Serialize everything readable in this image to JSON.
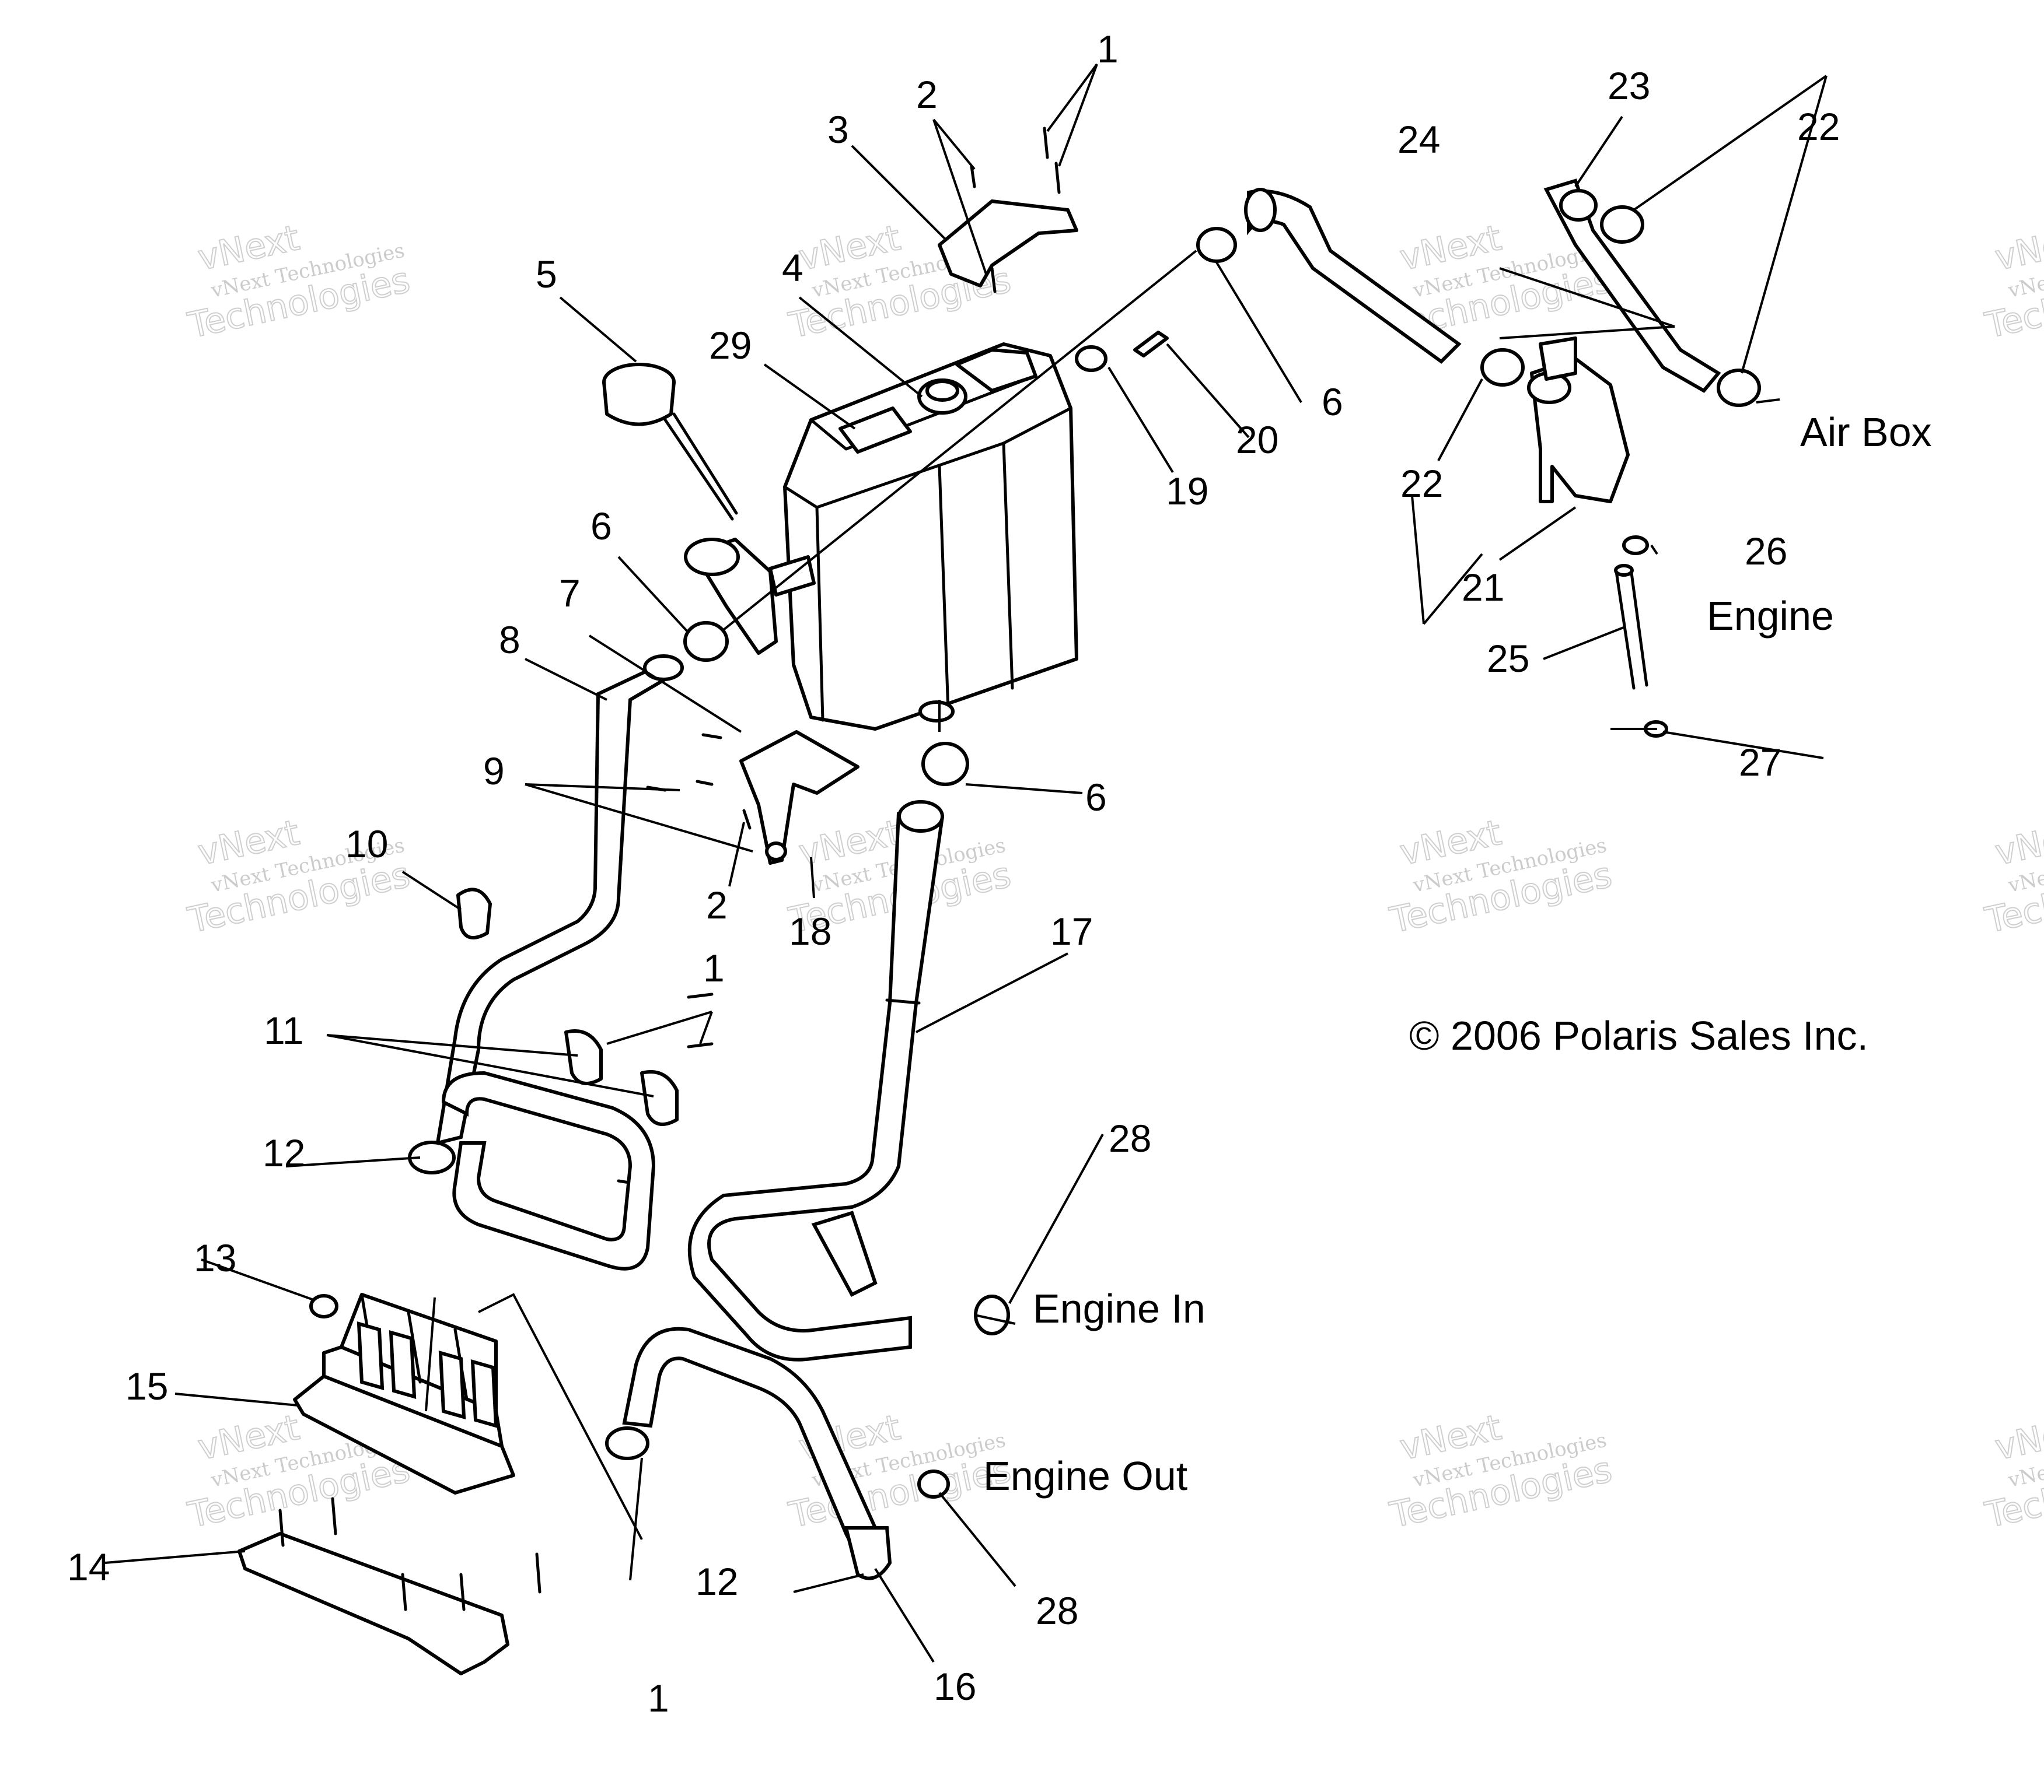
{
  "diagram": {
    "callouts": [
      "1",
      "2",
      "3",
      "4",
      "5",
      "6",
      "7",
      "8",
      "9",
      "10",
      "11",
      "12",
      "13",
      "14",
      "15",
      "16",
      "17",
      "18",
      "19",
      "20",
      "21",
      "22",
      "23",
      "24",
      "25",
      "26",
      "27",
      "28",
      "29"
    ],
    "labels": {
      "air_box": "Air Box",
      "engine": "Engine",
      "engine_in": "Engine In",
      "engine_out": "Engine Out"
    },
    "copyright": "© 2006 Polaris Sales Inc.",
    "watermark": {
      "small": "vNext Technologies",
      "big_top": "vNext",
      "big_bottom": "Technologies"
    }
  }
}
